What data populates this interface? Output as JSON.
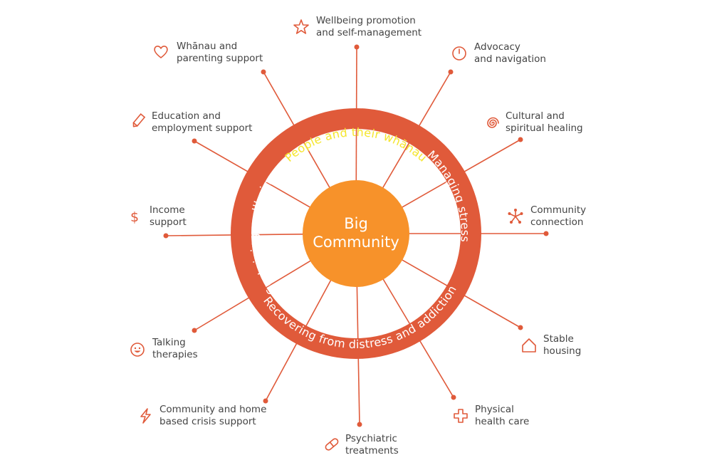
{
  "colors": {
    "accent": "#e05a3a",
    "ring": "#e05a3a",
    "center": "#f7922a",
    "highlight_text": "#f5e52d",
    "ring_text": "#ffffff",
    "label_text": "#444444"
  },
  "center": {
    "line1": "Big",
    "line2": "Community"
  },
  "ring": {
    "top": "People and their whānau",
    "right": "Managing stress",
    "bottom": "Recovering from distress and addiction",
    "left": "Sustaining wellbeing"
  },
  "services": [
    {
      "id": "wellbeing",
      "icon": "star-icon",
      "line1": "Wellbeing promotion",
      "line2": "and self-management"
    },
    {
      "id": "advocacy",
      "icon": "clock-icon",
      "line1": "Advocacy",
      "line2": "and navigation"
    },
    {
      "id": "cultural",
      "icon": "spiral-icon",
      "line1": "Cultural and",
      "line2": "spiritual healing"
    },
    {
      "id": "community-connection",
      "icon": "network-icon",
      "line1": "Community",
      "line2": "connection"
    },
    {
      "id": "housing",
      "icon": "house-icon",
      "line1": "Stable",
      "line2": "housing"
    },
    {
      "id": "physical",
      "icon": "cross-icon",
      "line1": "Physical",
      "line2": "health care"
    },
    {
      "id": "psychiatric",
      "icon": "pill-icon",
      "line1": "Psychiatric",
      "line2": "treatments"
    },
    {
      "id": "crisis",
      "icon": "lightning-icon",
      "line1": "Community and home",
      "line2": "based crisis support"
    },
    {
      "id": "talking",
      "icon": "smiley-icon",
      "line1": "Talking",
      "line2": "therapies"
    },
    {
      "id": "income",
      "icon": "dollar-icon",
      "line1": "Income",
      "line2": "support"
    },
    {
      "id": "education",
      "icon": "pencil-icon",
      "line1": "Education and",
      "line2": "employment support"
    },
    {
      "id": "whanau",
      "icon": "heart-icon",
      "line1": "Whānau and",
      "line2": "parenting support"
    }
  ]
}
